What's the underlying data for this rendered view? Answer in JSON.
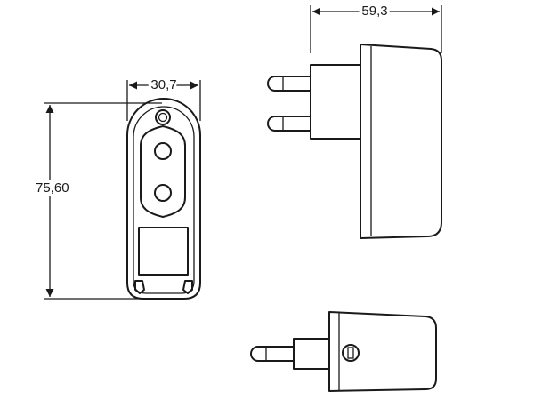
{
  "dimensions": {
    "front_width": "30,7",
    "front_height": "75,60",
    "side_depth": "59,3"
  },
  "colors": {
    "line": "#1a1a1a",
    "background": "#ffffff"
  }
}
